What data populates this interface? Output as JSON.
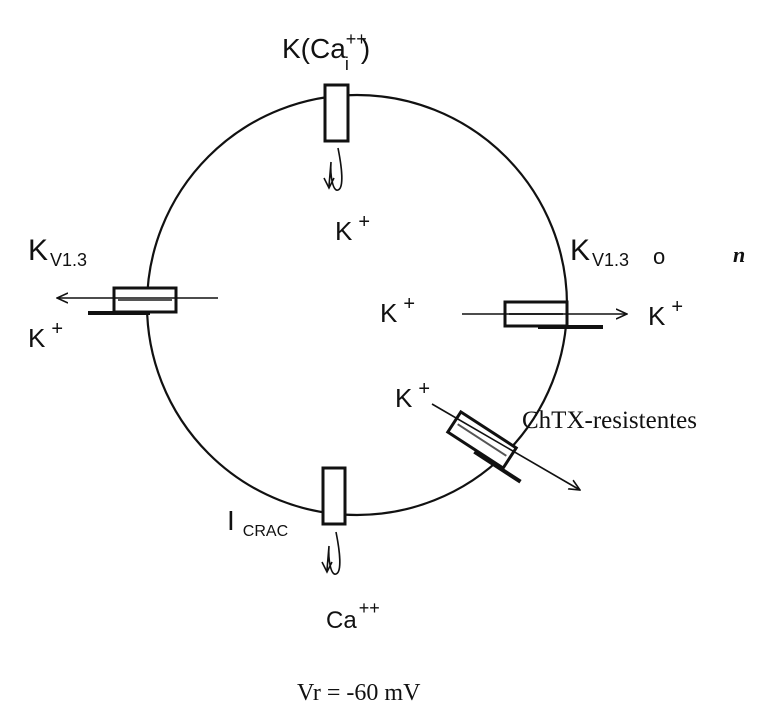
{
  "channels": {
    "kca": {
      "label_main": "K(",
      "label_ion": "Ca",
      "label_sup": "++",
      "label_sub": "i",
      "label_close": ")",
      "ion_k": "K",
      "ion_sup": "+"
    },
    "kv_left": {
      "label_main": "K",
      "label_sub": "V1.3",
      "ion_k": "K",
      "ion_sup": "+"
    },
    "kv_right": {
      "label_main": "K",
      "label_sub": "V1.3",
      "label_or": "o",
      "label_n": "n",
      "ion_inside_k": "K",
      "ion_inside_sup": "+",
      "ion_outside_k": "K",
      "ion_outside_sup": "+"
    },
    "chtx": {
      "label": "ChTX-resistentes",
      "ion_k": "K",
      "ion_sup": "+"
    },
    "crac": {
      "label_main": "I",
      "label_sub": "CRAC",
      "ion_ca": "Ca",
      "ion_sup": "++"
    }
  },
  "footer": {
    "voltage": "Vr = -60 mV"
  }
}
